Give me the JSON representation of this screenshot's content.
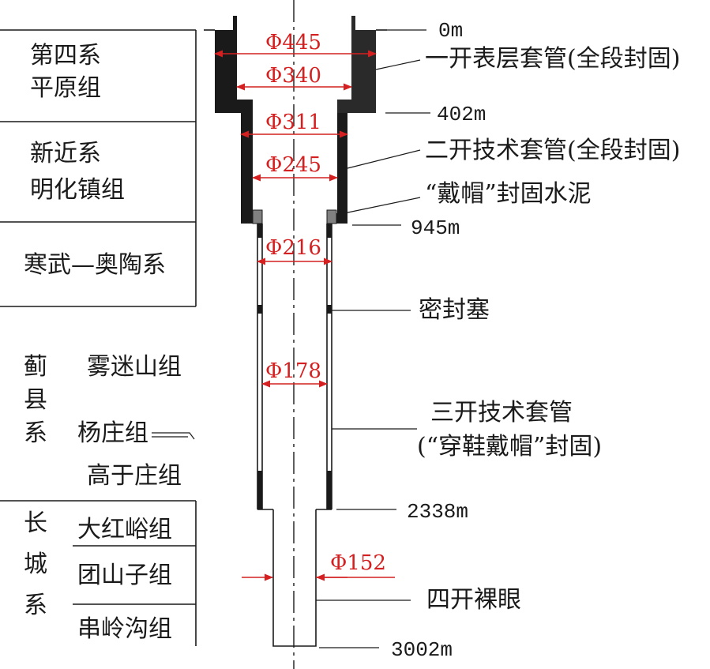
{
  "strata": {
    "quaternary": [
      "第四系",
      "平原组"
    ],
    "neogene": [
      "新近系",
      "明化镇组"
    ],
    "cambrian_ordovician": "寒武—奥陶系",
    "jixian": {
      "system": [
        "蓟",
        "县",
        "系"
      ],
      "formations": [
        "雾迷山组",
        "杨庄组",
        "高于庄组"
      ]
    },
    "changcheng": {
      "system": [
        "长",
        "城",
        "系"
      ],
      "formations": [
        "大红峪组",
        "团山子组",
        "串岭沟组"
      ]
    }
  },
  "depths": [
    "0m",
    "402m",
    "945m",
    "2338m",
    "3002m"
  ],
  "diameters": [
    "Φ445",
    "Φ340",
    "Φ311",
    "Φ245",
    "Φ216",
    "Φ178",
    "Φ152"
  ],
  "labels": {
    "surface_casing": "一开表层套管(全段封固)",
    "technical_casing_1": "二开技术套管(全段封固)",
    "cap_cement": "“戴帽”封固水泥",
    "packer": "密封塞",
    "technical_casing_2": [
      "三开技术套管",
      "(“穿鞋戴帽”封固)"
    ],
    "open_hole": "四开裸眼"
  },
  "colors": {
    "line": "#1a1a1a",
    "dimension": "#d42020",
    "cement": "#1a1a1a",
    "cap": "#808080"
  }
}
